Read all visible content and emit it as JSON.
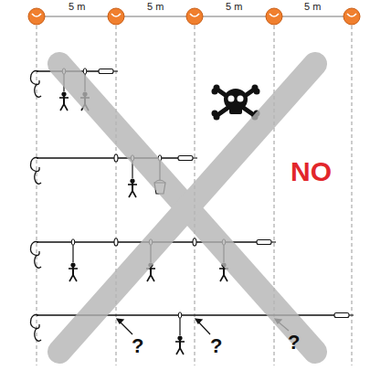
{
  "diagram": {
    "labels": [
      "5 m",
      "5 m",
      "5 m",
      "5 m",
      "NO",
      "?",
      "?",
      "?"
    ]
  }
}
